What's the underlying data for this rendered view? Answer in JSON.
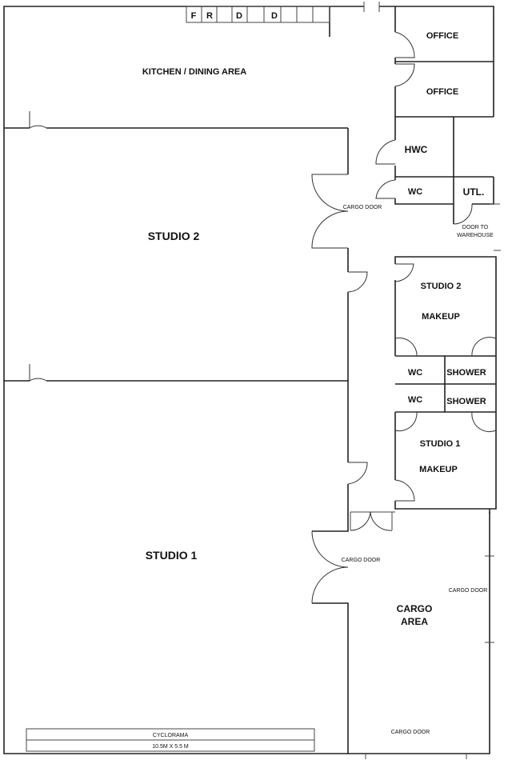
{
  "rooms": {
    "kitchen": "KITCHEN / DINING AREA",
    "office_1": "OFFICE",
    "office_2": "OFFICE",
    "hwc": "HWC",
    "wc_top": "WC",
    "utl": "UTL.",
    "studio2": "STUDIO 2",
    "studio1": "STUDIO 1",
    "studio2_makeup_a": "STUDIO 2",
    "studio2_makeup_b": "MAKEUP",
    "wc_1": "WC",
    "shower_1": "SHOWER",
    "wc_2": "WC",
    "shower_2": "SHOWER",
    "studio1_makeup_a": "STUDIO 1",
    "studio1_makeup_b": "MAKEUP",
    "cargo_a": "CARGO",
    "cargo_b": "AREA"
  },
  "labels": {
    "cargo_door_1": "CARGO DOOR",
    "door_to_a": "DOOR TO",
    "door_to_b": "WAREHOUSE",
    "cargo_door_2": "CARGO DOOR",
    "cargo_door_3": "CARGO DOOR",
    "cargo_door_4": "CARGO DOOR"
  },
  "appliances": [
    "F",
    "R",
    "",
    "D",
    "",
    "D",
    "",
    "",
    ""
  ],
  "cyclorama": {
    "title": "CYCLORAMA",
    "size": "10.5M  X 5.5 M"
  }
}
